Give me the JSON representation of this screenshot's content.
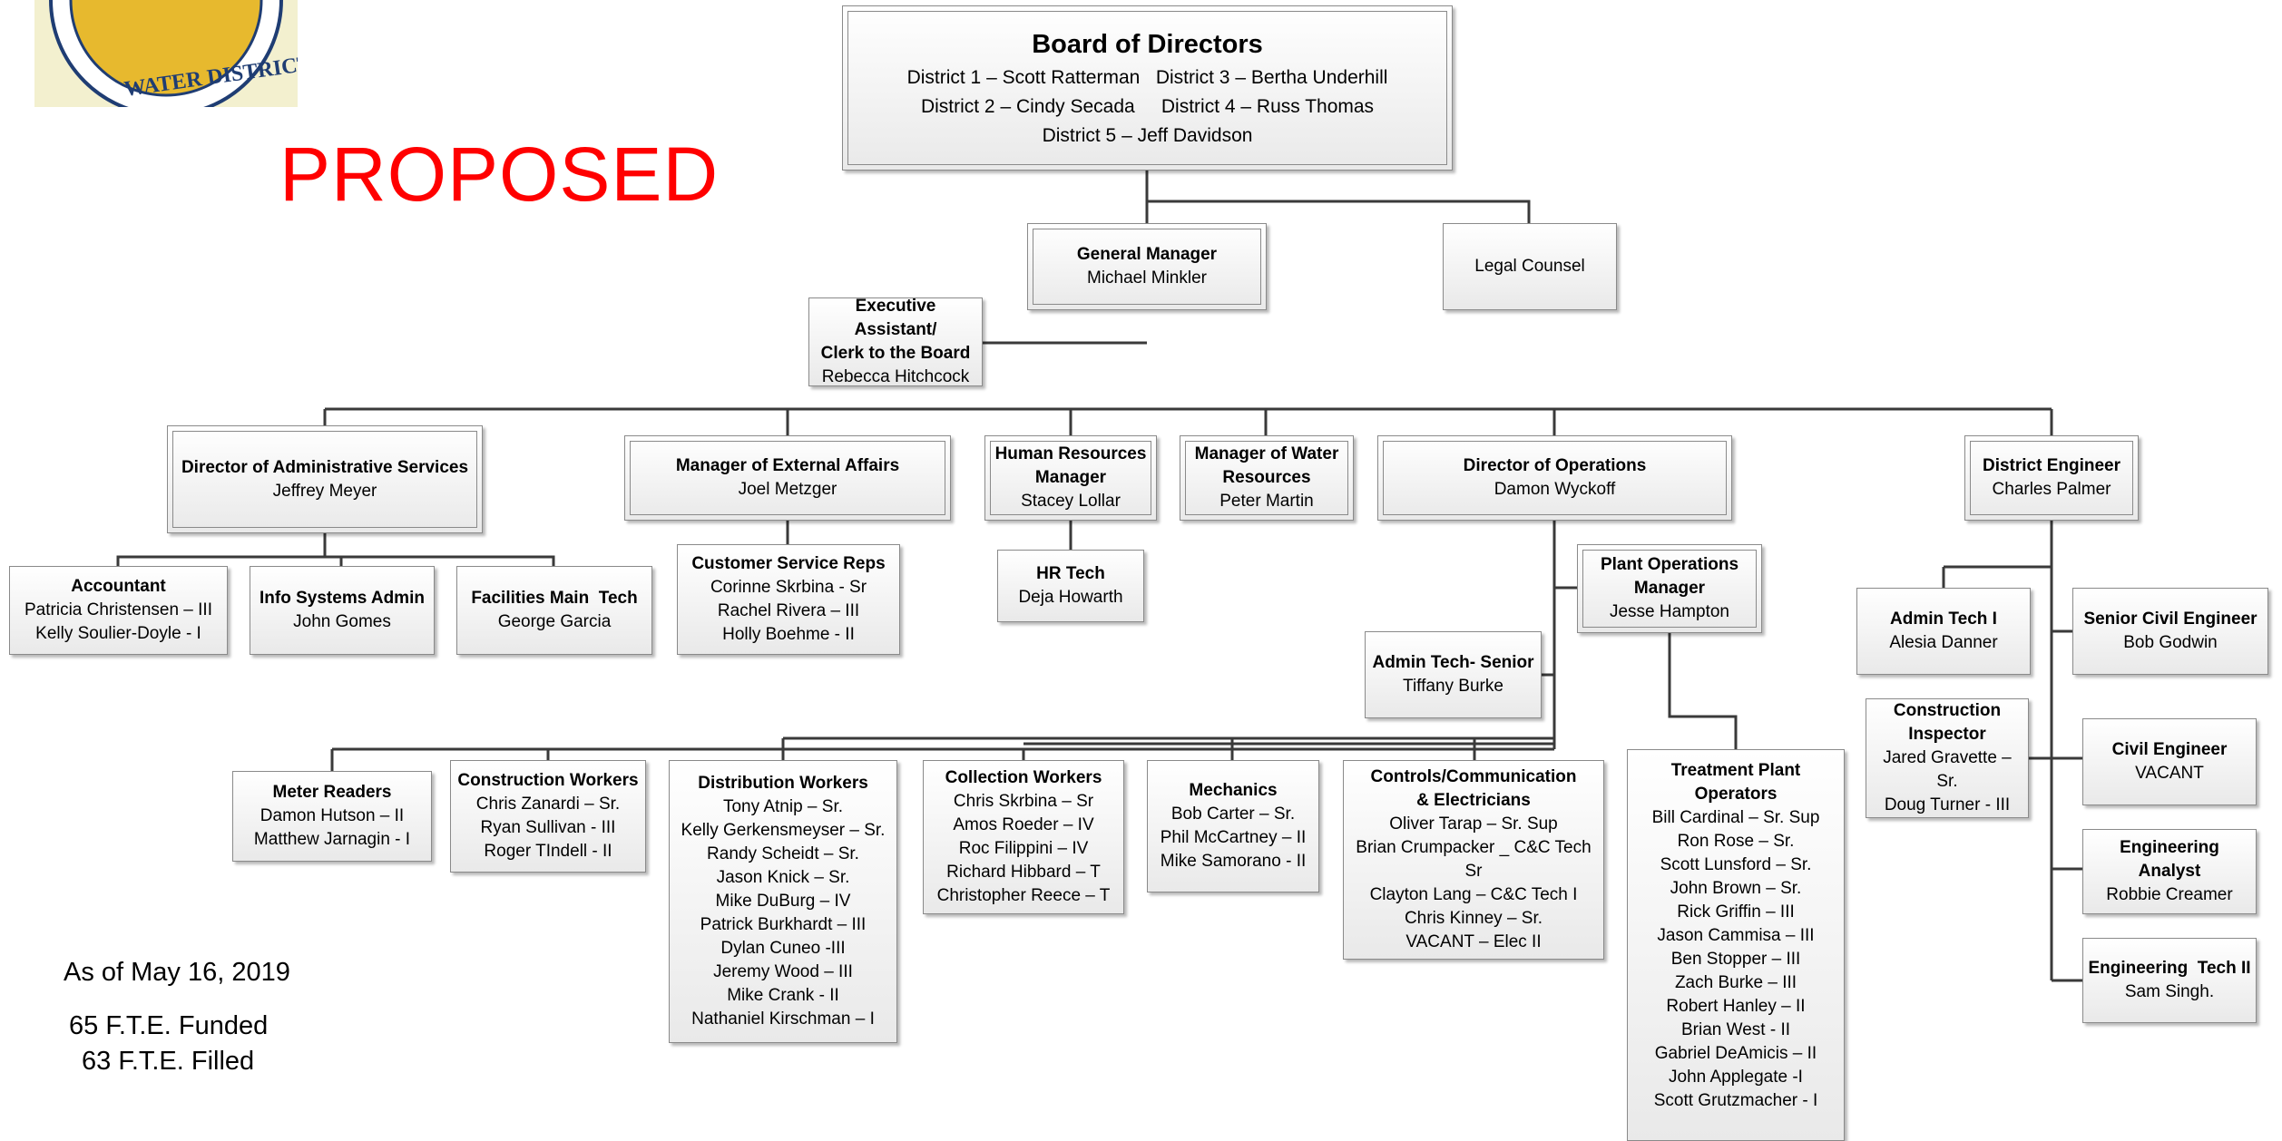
{
  "watermark": "PROPOSED",
  "logo": {
    "text": "WATER DISTRICT",
    "colors": {
      "ring": "#1f3d73",
      "fill": "#f4f0cc",
      "map": "#e7b92e"
    }
  },
  "notes": {
    "as_of": "As of May 16, 2019",
    "funded": "65 F.T.E. Funded",
    "filled": "63 F.T.E. Filled"
  },
  "colors": {
    "proposed": "#ff0000",
    "line": "#3a3a3a",
    "box_border": "#8a8a8a"
  },
  "board": {
    "title": "Board of Directors",
    "line1": "District 1 – Scott Ratterman   District 3 – Bertha Underhill",
    "line2": "District 2 – Cindy Secada     District 4 – Russ Thomas",
    "line3": "District 5 – Jeff Davidson"
  },
  "gm": {
    "title": "General Manager",
    "name": "Michael Minkler"
  },
  "legal": {
    "title": "Legal Counsel"
  },
  "exec": {
    "title1": "Executive Assistant/",
    "title2": "Clerk to the Board",
    "name": "Rebecca Hitchcock"
  },
  "admin_dir": {
    "title": "Director of Administrative Services",
    "name": "Jeffrey Meyer"
  },
  "accountant": {
    "title": "Accountant",
    "names": [
      "Patricia Christensen – III",
      "Kelly Soulier-Doyle - I"
    ]
  },
  "info_sys": {
    "title": "Info Systems Admin",
    "name": "John Gomes"
  },
  "facilities": {
    "title": "Facilities Main  Tech",
    "name": "George Garcia"
  },
  "external": {
    "title": "Manager of External Affairs",
    "name": "Joel Metzger"
  },
  "csr": {
    "title": "Customer Service Reps",
    "names": [
      "Corinne Skrbina - Sr",
      "Rachel Rivera – III",
      "Holly Boehme - II"
    ]
  },
  "hr": {
    "title1": "Human Resources",
    "title2": "Manager",
    "name": "Stacey Lollar"
  },
  "hr_tech": {
    "title": "HR Tech",
    "name": "Deja Howarth"
  },
  "water_res": {
    "title1": "Manager of Water",
    "title2": "Resources",
    "name": "Peter Martin"
  },
  "ops_dir": {
    "title": "Director of Operations",
    "name": "Damon Wyckoff"
  },
  "plant_mgr": {
    "title1": "Plant Operations",
    "title2": "Manager",
    "name": "Jesse Hampton"
  },
  "admin_tech_sr": {
    "title": "Admin Tech- Senior",
    "name": "Tiffany Burke"
  },
  "treatment": {
    "title1": "Treatment Plant",
    "title2": "Operators",
    "names": [
      "Bill Cardinal – Sr. Sup",
      "Ron Rose – Sr.",
      "Scott Lunsford – Sr.",
      "John Brown – Sr.",
      "Rick Griffin – III",
      "Jason Cammisa – III",
      "Ben Stopper – III",
      "Zach Burke – III",
      "Robert Hanley – II",
      "Brian West - II",
      "Gabriel DeAmicis – II",
      "John Applegate -I",
      "Scott Grutzmacher - I"
    ]
  },
  "meter": {
    "title": "Meter Readers",
    "names": [
      "Damon Hutson – II",
      "Matthew Jarnagin - I"
    ]
  },
  "construction": {
    "title": "Construction Workers",
    "names": [
      "Chris Zanardi – Sr.",
      "Ryan Sullivan - III",
      "Roger TIndell - II"
    ]
  },
  "distribution": {
    "title": "Distribution Workers",
    "names": [
      "Tony Atnip – Sr.",
      "Kelly Gerkensmeyser – Sr.",
      "Randy Scheidt – Sr.",
      "Jason Knick – Sr.",
      "Mike DuBurg – IV",
      "Patrick Burkhardt – III",
      "Dylan Cuneo -III",
      "Jeremy Wood – III",
      "Mike Crank - II",
      "Nathaniel Kirschman – I"
    ]
  },
  "collection": {
    "title": "Collection Workers",
    "names": [
      "Chris Skrbina – Sr",
      "Amos Roeder – IV",
      "Roc Filippini – IV",
      "Richard Hibbard – T",
      "Christopher Reece – T"
    ]
  },
  "mechanics": {
    "title": "Mechanics",
    "names": [
      "Bob Carter – Sr.",
      "Phil McCartney – II",
      "Mike Samorano - II"
    ]
  },
  "controls": {
    "title1": "Controls/Communication",
    "title2": "& Electricians",
    "names": [
      "Oliver Tarap – Sr. Sup",
      "Brian Crumpacker _ C&C Tech Sr",
      "Clayton Lang – C&C Tech I",
      "Chris Kinney – Sr.",
      "VACANT – Elec II"
    ]
  },
  "engineer": {
    "title": "District Engineer",
    "name": "Charles Palmer"
  },
  "admin_tech1": {
    "title": "Admin Tech I",
    "name": "Alesia Danner"
  },
  "senior_civil": {
    "title": "Senior Civil Engineer",
    "name": "Bob Godwin"
  },
  "inspector": {
    "title1": "Construction",
    "title2": "Inspector",
    "names": [
      "Jared Gravette – Sr.",
      "Doug Turner - III"
    ]
  },
  "civil": {
    "title": "Civil Engineer",
    "name": "VACANT"
  },
  "analyst": {
    "title": "Engineering Analyst",
    "name": "Robbie Creamer"
  },
  "eng_tech2": {
    "title": "Engineering  Tech II",
    "name": "Sam Singh."
  }
}
